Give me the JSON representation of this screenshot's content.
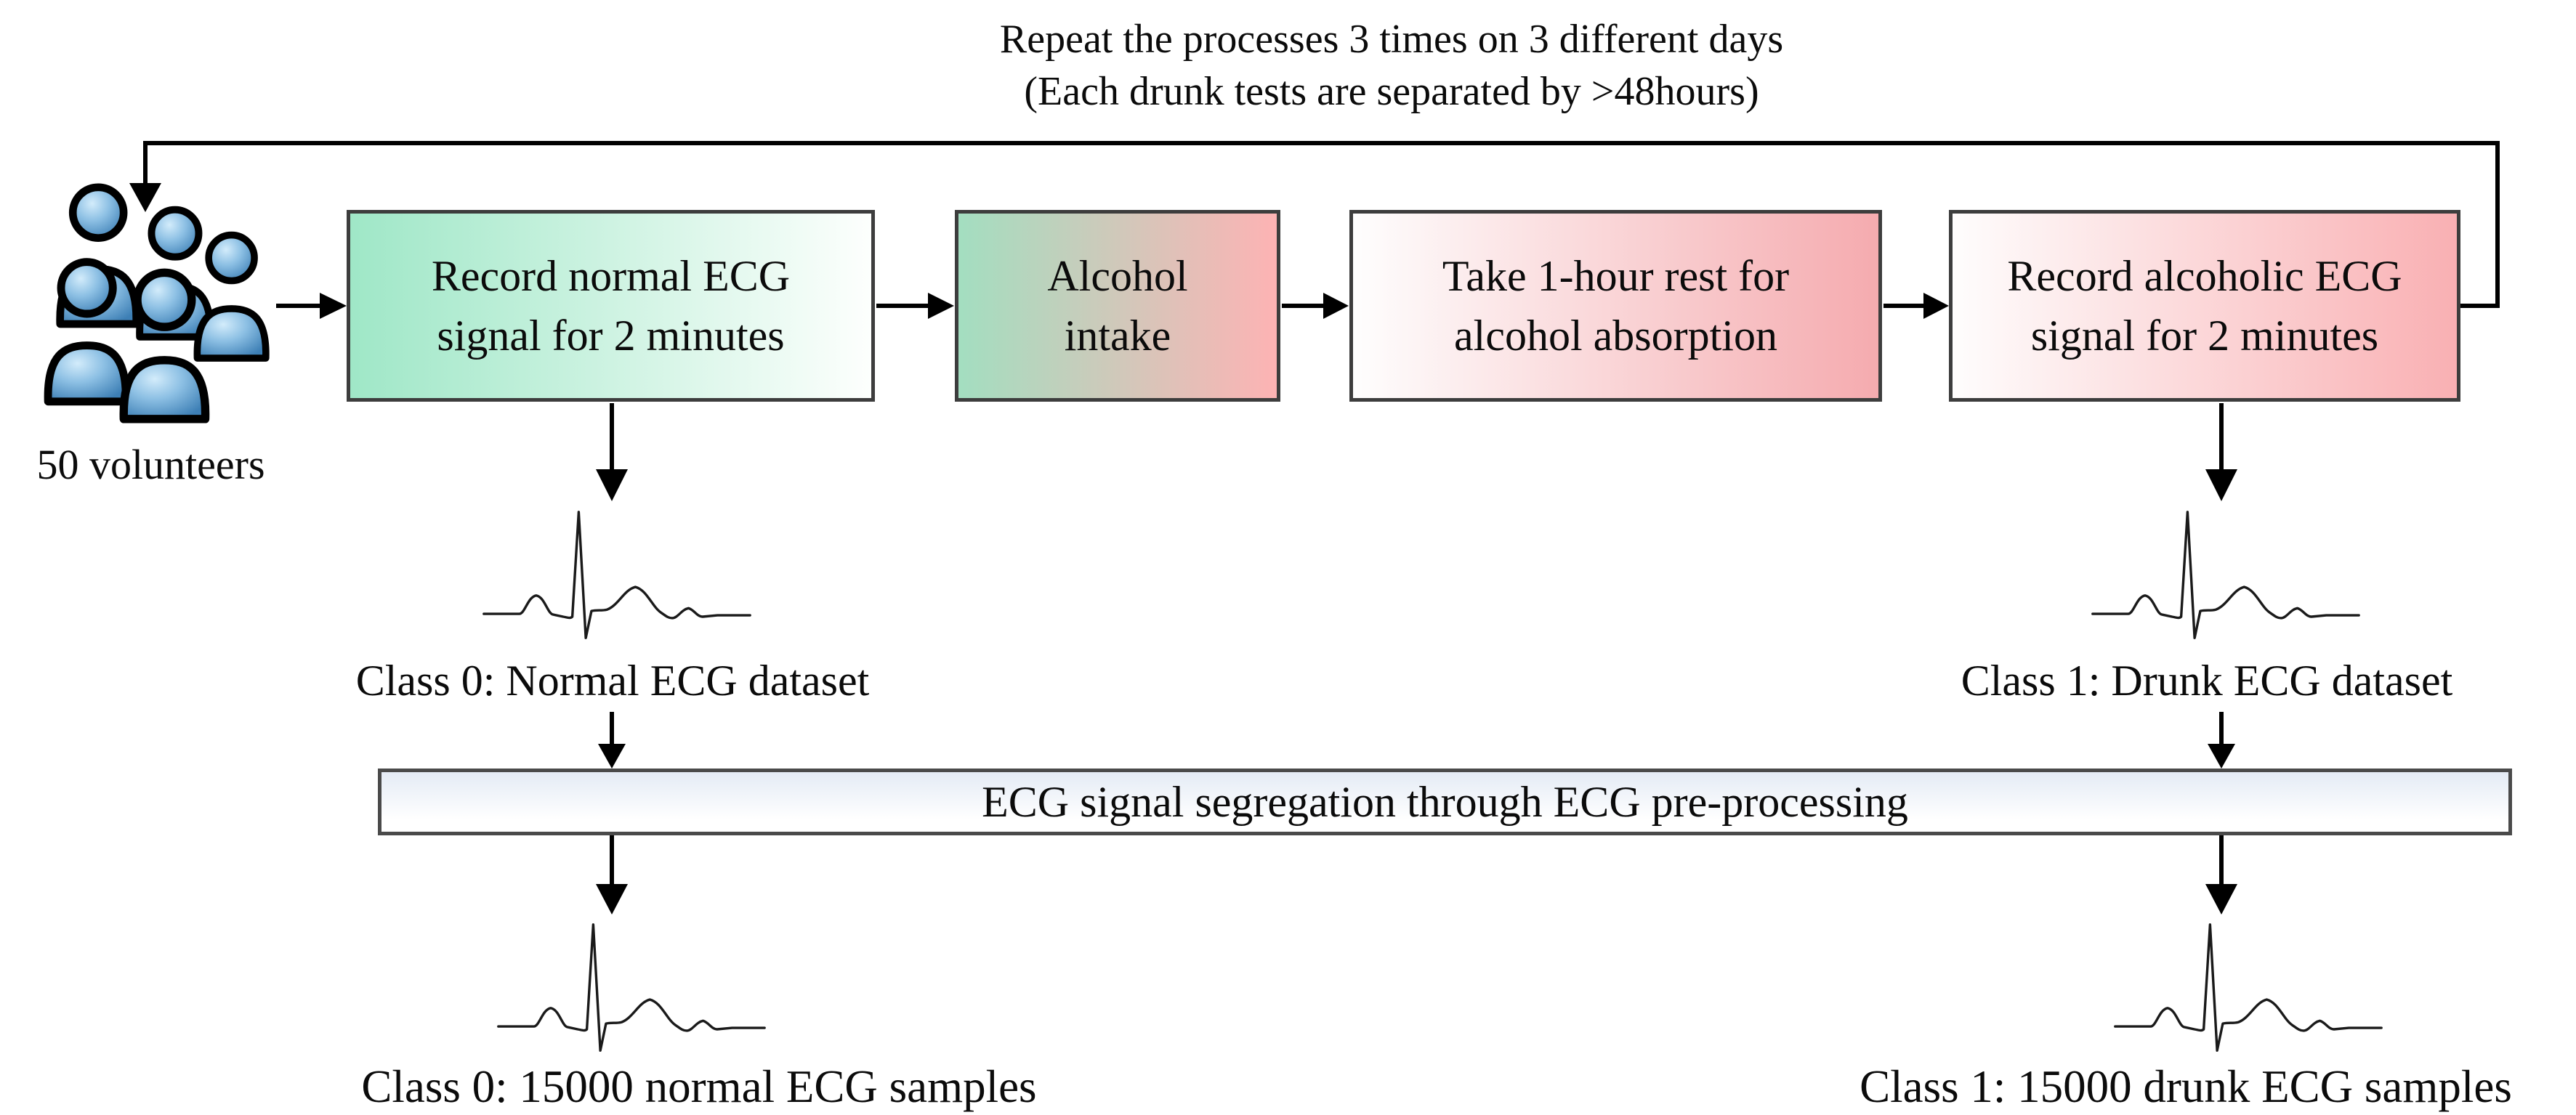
{
  "header": {
    "repeat_note_line1": "Repeat the processes 3 times on 3 different days",
    "repeat_note_line2": "(Each drunk tests are separated by >48hours)"
  },
  "volunteers": {
    "label": "50 volunteers",
    "icon": "people-group-icon",
    "people_count_shown": 5
  },
  "process_boxes": [
    {
      "id": "record-normal-ecg",
      "label": "Record normal ECG\nsignal for 2 minutes",
      "gradient_from": "#9fe7c7",
      "gradient_to": "#fdfffd"
    },
    {
      "id": "alcohol-intake",
      "label": "Alcohol\nintake",
      "gradient_from": "#a3dec0",
      "gradient_to": "#fdb3b4"
    },
    {
      "id": "one-hour-rest",
      "label": "Take 1-hour rest for\nalcohol absorption",
      "gradient_from": "#fefefe",
      "gradient_to": "#f5abaf"
    },
    {
      "id": "record-alcoholic-ecg",
      "label": "Record alcoholic ECG\nsignal for 2 minutes",
      "gradient_from": "#fefdfd",
      "gradient_to": "#f9b0b3"
    }
  ],
  "datasets": {
    "normal": {
      "label": "Class 0: Normal ECG dataset"
    },
    "drunk": {
      "label": "Class 1: Drunk ECG dataset"
    }
  },
  "segregation_bar": {
    "label": "ECG signal segregation through ECG pre-processing",
    "gradient_from": "#e4ebf5",
    "gradient_to": "#ffffff"
  },
  "outputs": {
    "normal": {
      "label": "Class 0: 15000 normal ECG samples"
    },
    "drunk": {
      "label": "Class 1: 15000 drunk ECG samples"
    }
  },
  "colors": {
    "ink": "#000000",
    "box_border": "#3d3d3d",
    "people_blue_light": "#c9e8fa",
    "people_blue_dark": "#3d7fb5"
  },
  "icons": {
    "people_group": "people-group-icon",
    "ecg_waveform": "ecg-waveform-icon",
    "arrows": "flow-arrow-icon"
  }
}
